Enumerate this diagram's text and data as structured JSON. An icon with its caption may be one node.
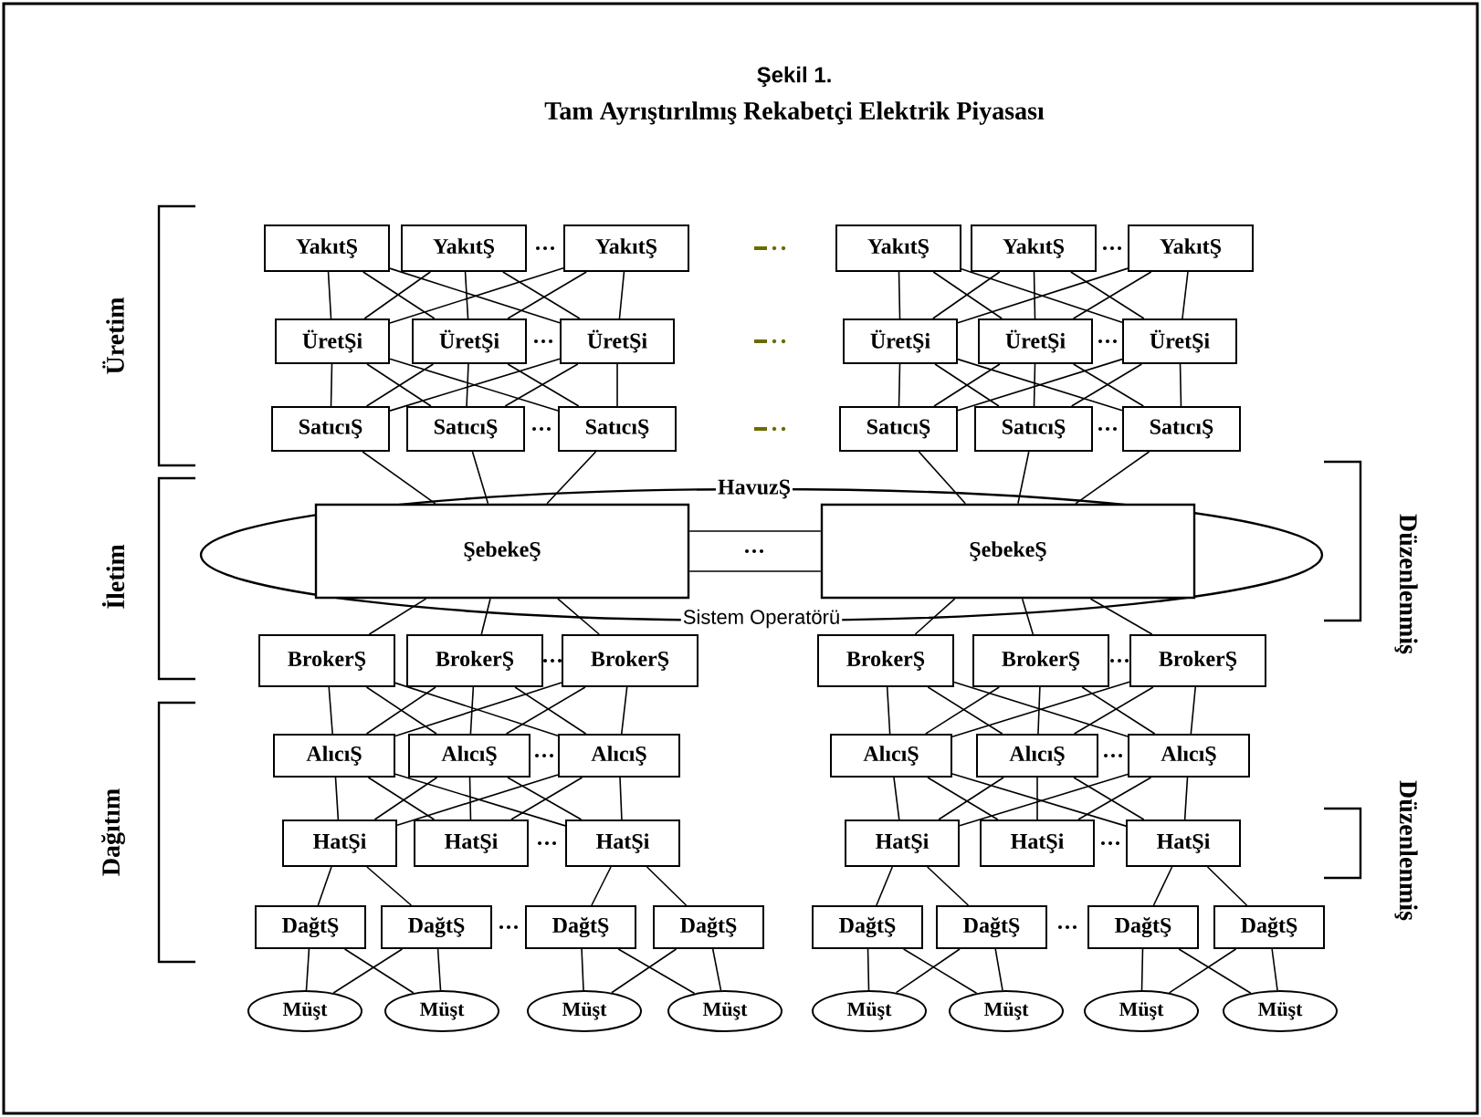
{
  "diagram": {
    "title": "Tam Ayrıştırılmış Rekabetçi Elektrik Piyasası",
    "caption": "Şekil 1.",
    "nodes": [
      {
        "text": [
          "YakıtŞ"
        ]
      },
      {
        "text": [
          "YakıtŞ"
        ]
      },
      {
        "text": [
          "YakıtŞ"
        ]
      },
      {
        "text": [
          "YakıtŞ"
        ]
      },
      {
        "text": [
          "YakıtŞ"
        ]
      },
      {
        "text": [
          "YakıtŞ"
        ]
      },
      {
        "text": [
          "ÜretŞi"
        ]
      },
      {
        "text": [
          "ÜretŞi"
        ]
      },
      {
        "text": [
          "ÜretŞi"
        ]
      },
      {
        "text": [
          "ÜretŞi"
        ]
      },
      {
        "text": [
          "ÜretŞi"
        ]
      },
      {
        "text": [
          "ÜretŞi"
        ]
      },
      {
        "text": [
          "SatıcıŞ"
        ]
      },
      {
        "text": [
          "SatıcıŞ"
        ]
      },
      {
        "text": [
          "SatıcıŞ"
        ]
      },
      {
        "text": [
          "SatıcıŞ"
        ]
      },
      {
        "text": [
          "SatıcıŞ"
        ]
      },
      {
        "text": [
          "SatıcıŞ"
        ]
      },
      {
        "text": [
          "HavuzŞ",
          "Sistem Operatörü"
        ]
      },
      {
        "text": [
          "ŞebekeŞ"
        ],
        "in": 18
      },
      {
        "text": [
          "ŞebekeŞ"
        ],
        "in": 18
      },
      {
        "text": [
          "BrokerŞ"
        ]
      },
      {
        "text": [
          "BrokerŞ"
        ]
      },
      {
        "text": [
          "BrokerŞ"
        ]
      },
      {
        "text": [
          "BrokerŞ"
        ]
      },
      {
        "text": [
          "BrokerŞ"
        ]
      },
      {
        "text": [
          "BrokerŞ"
        ]
      },
      {
        "text": [
          "AlıcıŞ"
        ]
      },
      {
        "text": [
          "AlıcıŞ"
        ]
      },
      {
        "text": [
          "AlıcıŞ"
        ]
      },
      {
        "text": [
          "AlıcıŞ"
        ]
      },
      {
        "text": [
          "AlıcıŞ"
        ]
      },
      {
        "text": [
          "AlıcıŞ"
        ]
      },
      {
        "text": [
          "HatŞi"
        ]
      },
      {
        "text": [
          "HatŞi"
        ]
      },
      {
        "text": [
          "HatŞi"
        ]
      },
      {
        "text": [
          "HatŞi"
        ]
      },
      {
        "text": [
          "HatŞi"
        ]
      },
      {
        "text": [
          "HatŞi"
        ]
      },
      {
        "text": [
          "DağtŞ"
        ]
      },
      {
        "text": [
          "DağtŞ"
        ]
      },
      {
        "text": [
          "DağtŞ"
        ]
      },
      {
        "text": [
          "DağtŞ"
        ]
      },
      {
        "text": [
          "DağtŞ"
        ]
      },
      {
        "text": [
          "DağtŞ"
        ]
      },
      {
        "text": [
          "DağtŞ"
        ]
      },
      {
        "text": [
          "DağtŞ"
        ]
      },
      {
        "text": [
          "Müşt"
        ]
      },
      {
        "text": [
          "Müşt"
        ]
      },
      {
        "text": [
          "Müşt"
        ]
      },
      {
        "text": [
          "Müşt"
        ]
      },
      {
        "text": [
          "Müşt"
        ]
      },
      {
        "text": [
          "Müşt"
        ]
      },
      {
        "text": [
          "Müşt"
        ]
      },
      {
        "text": [
          "Müşt"
        ]
      }
    ],
    "edges": [
      {
        "from": 0,
        "to": 6,
        "arrow": "none"
      },
      {
        "from": 0,
        "to": 7,
        "arrow": "none"
      },
      {
        "from": 0,
        "to": 8,
        "arrow": "none"
      },
      {
        "from": 1,
        "to": 6,
        "arrow": "none"
      },
      {
        "from": 1,
        "to": 7,
        "arrow": "none"
      },
      {
        "from": 1,
        "to": 8,
        "arrow": "none"
      },
      {
        "from": 2,
        "to": 6,
        "arrow": "none"
      },
      {
        "from": 2,
        "to": 7,
        "arrow": "none"
      },
      {
        "from": 2,
        "to": 8,
        "arrow": "none"
      },
      {
        "from": 3,
        "to": 9,
        "arrow": "none"
      },
      {
        "from": 3,
        "to": 10,
        "arrow": "none"
      },
      {
        "from": 3,
        "to": 11,
        "arrow": "none"
      },
      {
        "from": 4,
        "to": 9,
        "arrow": "none"
      },
      {
        "from": 4,
        "to": 10,
        "arrow": "none"
      },
      {
        "from": 4,
        "to": 11,
        "arrow": "none"
      },
      {
        "from": 5,
        "to": 9,
        "arrow": "none"
      },
      {
        "from": 5,
        "to": 10,
        "arrow": "none"
      },
      {
        "from": 5,
        "to": 11,
        "arrow": "none"
      },
      {
        "from": 6,
        "to": 12,
        "arrow": "none"
      },
      {
        "from": 6,
        "to": 13,
        "arrow": "none"
      },
      {
        "from": 6,
        "to": 14,
        "arrow": "none"
      },
      {
        "from": 7,
        "to": 12,
        "arrow": "none"
      },
      {
        "from": 7,
        "to": 13,
        "arrow": "none"
      },
      {
        "from": 7,
        "to": 14,
        "arrow": "none"
      },
      {
        "from": 8,
        "to": 12,
        "arrow": "none"
      },
      {
        "from": 8,
        "to": 13,
        "arrow": "none"
      },
      {
        "from": 8,
        "to": 14,
        "arrow": "none"
      },
      {
        "from": 9,
        "to": 15,
        "arrow": "none"
      },
      {
        "from": 9,
        "to": 16,
        "arrow": "none"
      },
      {
        "from": 9,
        "to": 17,
        "arrow": "none"
      },
      {
        "from": 10,
        "to": 15,
        "arrow": "none"
      },
      {
        "from": 10,
        "to": 16,
        "arrow": "none"
      },
      {
        "from": 10,
        "to": 17,
        "arrow": "none"
      },
      {
        "from": 11,
        "to": 15,
        "arrow": "none"
      },
      {
        "from": 11,
        "to": 16,
        "arrow": "none"
      },
      {
        "from": 11,
        "to": 17,
        "arrow": "none"
      },
      {
        "from": 12,
        "to": 19,
        "arrow": "none"
      },
      {
        "from": 13,
        "to": 19,
        "arrow": "none"
      },
      {
        "from": 14,
        "to": 19,
        "arrow": "none"
      },
      {
        "from": 15,
        "to": 20,
        "arrow": "none"
      },
      {
        "from": 16,
        "to": 20,
        "arrow": "none"
      },
      {
        "from": 17,
        "to": 20,
        "arrow": "none"
      },
      {
        "from": 19,
        "to": 20,
        "arrow": "none"
      },
      {
        "from": 19,
        "to": 21,
        "arrow": "none"
      },
      {
        "from": 19,
        "to": 22,
        "arrow": "none"
      },
      {
        "from": 19,
        "to": 23,
        "arrow": "none"
      },
      {
        "from": 20,
        "to": 24,
        "arrow": "none"
      },
      {
        "from": 20,
        "to": 25,
        "arrow": "none"
      },
      {
        "from": 20,
        "to": 26,
        "arrow": "none"
      },
      {
        "from": 21,
        "to": 27,
        "arrow": "none"
      },
      {
        "from": 21,
        "to": 28,
        "arrow": "none"
      },
      {
        "from": 21,
        "to": 29,
        "arrow": "none"
      },
      {
        "from": 22,
        "to": 27,
        "arrow": "none"
      },
      {
        "from": 22,
        "to": 28,
        "arrow": "none"
      },
      {
        "from": 22,
        "to": 29,
        "arrow": "none"
      },
      {
        "from": 23,
        "to": 27,
        "arrow": "none"
      },
      {
        "from": 23,
        "to": 28,
        "arrow": "none"
      },
      {
        "from": 23,
        "to": 29,
        "arrow": "none"
      },
      {
        "from": 24,
        "to": 30,
        "arrow": "none"
      },
      {
        "from": 24,
        "to": 31,
        "arrow": "none"
      },
      {
        "from": 24,
        "to": 32,
        "arrow": "none"
      },
      {
        "from": 25,
        "to": 30,
        "arrow": "none"
      },
      {
        "from": 25,
        "to": 31,
        "arrow": "none"
      },
      {
        "from": 25,
        "to": 32,
        "arrow": "none"
      },
      {
        "from": 26,
        "to": 30,
        "arrow": "none"
      },
      {
        "from": 26,
        "to": 31,
        "arrow": "none"
      },
      {
        "from": 26,
        "to": 32,
        "arrow": "none"
      },
      {
        "from": 27,
        "to": 33,
        "arrow": "none"
      },
      {
        "from": 27,
        "to": 34,
        "arrow": "none"
      },
      {
        "from": 27,
        "to": 35,
        "arrow": "none"
      },
      {
        "from": 28,
        "to": 33,
        "arrow": "none"
      },
      {
        "from": 28,
        "to": 34,
        "arrow": "none"
      },
      {
        "from": 28,
        "to": 35,
        "arrow": "none"
      },
      {
        "from": 29,
        "to": 33,
        "arrow": "none"
      },
      {
        "from": 29,
        "to": 34,
        "arrow": "none"
      },
      {
        "from": 29,
        "to": 35,
        "arrow": "none"
      },
      {
        "from": 30,
        "to": 36,
        "arrow": "none"
      },
      {
        "from": 30,
        "to": 37,
        "arrow": "none"
      },
      {
        "from": 30,
        "to": 38,
        "arrow": "none"
      },
      {
        "from": 31,
        "to": 36,
        "arrow": "none"
      },
      {
        "from": 31,
        "to": 37,
        "arrow": "none"
      },
      {
        "from": 31,
        "to": 38,
        "arrow": "none"
      },
      {
        "from": 32,
        "to": 36,
        "arrow": "none"
      },
      {
        "from": 32,
        "to": 37,
        "arrow": "none"
      },
      {
        "from": 32,
        "to": 38,
        "arrow": "none"
      },
      {
        "from": 33,
        "to": 39,
        "arrow": "none"
      },
      {
        "from": 33,
        "to": 40,
        "arrow": "none"
      },
      {
        "from": 35,
        "to": 41,
        "arrow": "none"
      },
      {
        "from": 35,
        "to": 42,
        "arrow": "none"
      },
      {
        "from": 36,
        "to": 43,
        "arrow": "none"
      },
      {
        "from": 36,
        "to": 44,
        "arrow": "none"
      },
      {
        "from": 38,
        "to": 45,
        "arrow": "none"
      },
      {
        "from": 38,
        "to": 46,
        "arrow": "none"
      },
      {
        "from": 39,
        "to": 47,
        "arrow": "none"
      },
      {
        "from": 39,
        "to": 48,
        "arrow": "none"
      },
      {
        "from": 40,
        "to": 47,
        "arrow": "none"
      },
      {
        "from": 40,
        "to": 48,
        "arrow": "none"
      },
      {
        "from": 41,
        "to": 49,
        "arrow": "none"
      },
      {
        "from": 41,
        "to": 50,
        "arrow": "none"
      },
      {
        "from": 42,
        "to": 49,
        "arrow": "none"
      },
      {
        "from": 42,
        "to": 50,
        "arrow": "none"
      },
      {
        "from": 43,
        "to": 51,
        "arrow": "none"
      },
      {
        "from": 43,
        "to": 52,
        "arrow": "none"
      },
      {
        "from": 44,
        "to": 51,
        "arrow": "none"
      },
      {
        "from": 44,
        "to": 52,
        "arrow": "none"
      },
      {
        "from": 45,
        "to": 53,
        "arrow": "none"
      },
      {
        "from": 45,
        "to": 54,
        "arrow": "none"
      },
      {
        "from": 46,
        "to": 53,
        "arrow": "none"
      },
      {
        "from": 46,
        "to": 54,
        "arrow": "none"
      },
      {
        "from": 19,
        "to": 20,
        "arrow": "none"
      }
    ],
    "labels": [
      "Üretim",
      "Düzenlenmiş",
      "İletim",
      "Düzenlenmiş",
      "Dağıtım"
    ]
  }
}
